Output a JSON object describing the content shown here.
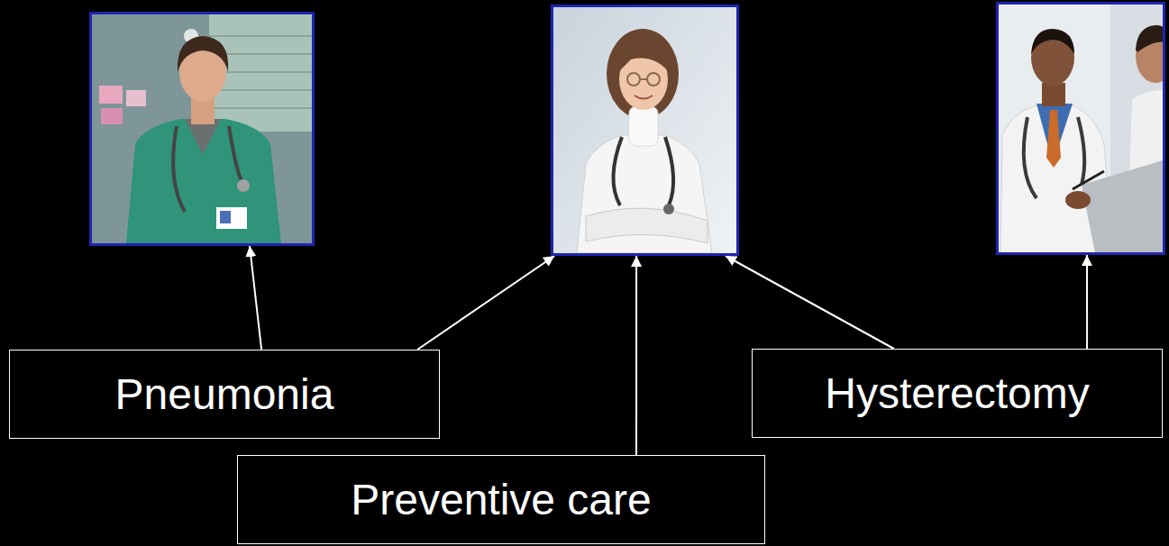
{
  "diagram": {
    "nodes": [
      {
        "text": []
      },
      {
        "text": []
      },
      {
        "text": []
      },
      {
        "text": [
          "Pneumonia"
        ]
      },
      {
        "text": [
          "Preventive care"
        ]
      },
      {
        "text": [
          "Hysterectomy"
        ]
      }
    ],
    "edges": [
      {
        "from": 3,
        "to": 0,
        "arrow": "to"
      },
      {
        "from": 3,
        "to": 1,
        "arrow": "to"
      },
      {
        "from": 4,
        "to": 1,
        "arrow": "to"
      },
      {
        "from": 5,
        "to": 1,
        "arrow": "to"
      },
      {
        "from": 5,
        "to": 2,
        "arrow": "to"
      }
    ]
  }
}
